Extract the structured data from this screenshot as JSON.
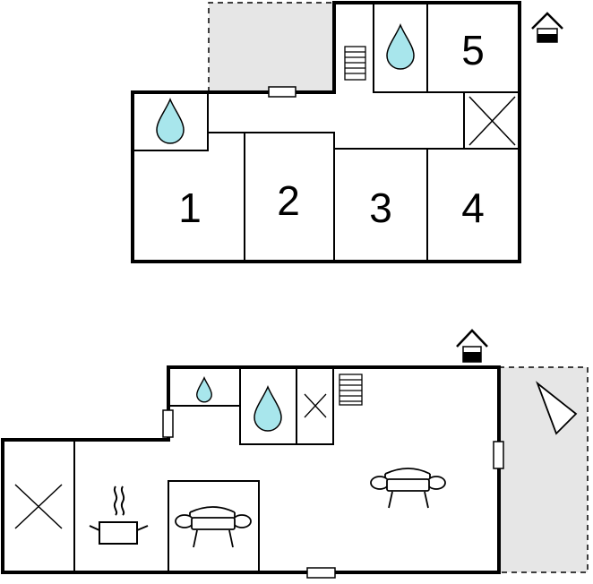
{
  "upper_floor": {
    "rooms": [
      {
        "key": "room_1",
        "label": "1"
      },
      {
        "key": "room_2",
        "label": "2"
      },
      {
        "key": "room_3",
        "label": "3"
      },
      {
        "key": "room_4",
        "label": "4"
      },
      {
        "key": "room_5",
        "label": "5"
      }
    ],
    "icons": [
      "bathroom-drop-icon",
      "bathroom-drop-icon",
      "stairs-icon",
      "storage-x-icon",
      "entrance-house-icon",
      "window-icon"
    ],
    "zones": [
      "terrace-zone"
    ]
  },
  "ground_floor": {
    "icons": [
      "bathroom-drop-icon",
      "bathroom-drop-icon",
      "storage-x-icon",
      "stairs-icon",
      "entrance-house-icon",
      "window-icon",
      "storage-x-icon",
      "kitchen-pot-icon",
      "sofa-icon",
      "sofa-icon",
      "barbecue-icon"
    ],
    "zones": [
      "terrace-zone"
    ]
  },
  "colors": {
    "wall": "#000000",
    "terrace": "#e6e6e6",
    "water": "#a8e6ec"
  }
}
